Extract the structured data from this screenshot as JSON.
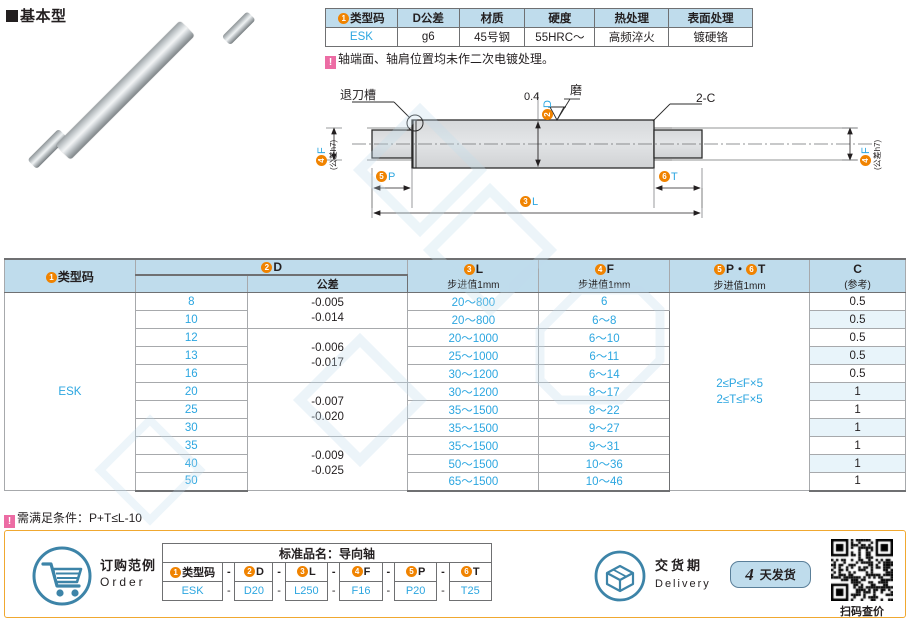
{
  "header": {
    "basic_type_title": "基本型"
  },
  "spec_table": {
    "headers": [
      "类型码",
      "D公差",
      "材质",
      "硬度",
      "热处理",
      "表面处理"
    ],
    "header_badge": "1",
    "row": [
      "ESK",
      "g6",
      "45号钢",
      "55HRC～",
      "高频淬火",
      "镀硬铬"
    ],
    "note": "轴端面、轴肩位置均未作二次电镀处理。"
  },
  "drawing": {
    "label_groove": "退刀槽",
    "label_chamfer": "2-C",
    "label_grind": "磨",
    "label_roughness": "0.4",
    "label_D": "D",
    "label_D_badge": "2",
    "label_F_left": "F",
    "label_F_left_badge": "4",
    "label_F_left_tol": "(公差h7)",
    "label_F_right": "F",
    "label_F_right_badge": "4",
    "label_F_right_tol": "(公差h7)",
    "label_P": "P",
    "label_P_badge": "5",
    "label_T": "T",
    "label_T_badge": "6",
    "label_L": "L",
    "label_L_badge": "3"
  },
  "main_table": {
    "headers": {
      "type_code": "类型码",
      "type_code_badge": "1",
      "d": "D",
      "d_badge": "2",
      "tolerance": "公差",
      "l": "L",
      "l_badge": "3",
      "l_step": "步进值1mm",
      "f": "F",
      "f_badge": "4",
      "f_step": "步进值1mm",
      "pt": "P・",
      "pt_badge_p": "5",
      "pt_badge_t": "6",
      "pt_t": "T",
      "pt_step": "步进值1mm",
      "c": "C",
      "c_ref": "(参考)"
    },
    "type_code": "ESK",
    "pt_rule_line1": "2≤P≤F×5",
    "pt_rule_line2": "2≤T≤F×5",
    "rows": [
      {
        "d": "8",
        "l": "20～800",
        "f": "6",
        "c": "0.5"
      },
      {
        "d": "10",
        "l": "20～800",
        "f": "6～8",
        "c": "0.5"
      },
      {
        "d": "12",
        "l": "20～1000",
        "f": "6～10",
        "c": "0.5"
      },
      {
        "d": "13",
        "l": "25～1000",
        "f": "6～11",
        "c": "0.5"
      },
      {
        "d": "16",
        "l": "30～1200",
        "f": "6～14",
        "c": "0.5"
      },
      {
        "d": "20",
        "l": "30～1200",
        "f": "8～17",
        "c": "1"
      },
      {
        "d": "25",
        "l": "35～1500",
        "f": "8～22",
        "c": "1"
      },
      {
        "d": "30",
        "l": "35～1500",
        "f": "9～27",
        "c": "1"
      },
      {
        "d": "35",
        "l": "35～1500",
        "f": "9～31",
        "c": "1"
      },
      {
        "d": "40",
        "l": "50～1500",
        "f": "10～36",
        "c": "1"
      },
      {
        "d": "50",
        "l": "65～1500",
        "f": "10～46",
        "c": "1"
      }
    ],
    "tolerance_groups": [
      {
        "upper": "-0.005",
        "lower": "-0.014",
        "span": 2
      },
      {
        "upper": "-0.006",
        "lower": "-0.017",
        "span": 3
      },
      {
        "upper": "-0.007",
        "lower": "-0.020",
        "span": 3
      },
      {
        "upper": "-0.009",
        "lower": "-0.025",
        "span": 3
      }
    ]
  },
  "condition_note": "需满足条件：P+T≤L-10",
  "order": {
    "label_cn": "订购范例",
    "label_en": "Order",
    "standard_name": "标准品名：导向轴",
    "columns": [
      {
        "badge": "1",
        "label": "类型码",
        "value": "ESK"
      },
      {
        "badge": "2",
        "label": "D",
        "value": "D20"
      },
      {
        "badge": "3",
        "label": "L",
        "value": "L250"
      },
      {
        "badge": "4",
        "label": "F",
        "value": "F16"
      },
      {
        "badge": "5",
        "label": "P",
        "value": "P20"
      },
      {
        "badge": "6",
        "label": "T",
        "value": "T25"
      }
    ],
    "separator": "-"
  },
  "delivery": {
    "label_cn": "交货期",
    "label_en": "Delivery",
    "days": "4",
    "days_unit": "天发货"
  },
  "qr": {
    "caption": "扫码查价"
  },
  "colors": {
    "accent_orange": "#f08300",
    "header_blue": "#bfdcec",
    "text_cyan": "#2ca6e0",
    "note_pink": "#ec6ca4",
    "order_border": "#f0a830",
    "row_alt": "#e8f4fa"
  }
}
